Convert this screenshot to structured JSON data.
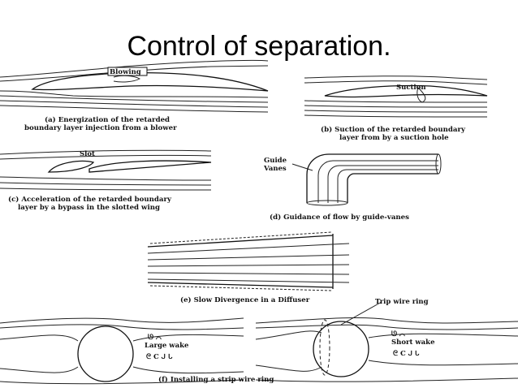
{
  "title": "Control of separation.",
  "panels": {
    "a": {
      "label": "Blowing",
      "caption_line1": "(a) Energization of the retarded",
      "caption_line2": "boundary layer injection from a blower"
    },
    "b": {
      "label": "Suction",
      "caption_line1": "(b) Suction of the retarded boundary",
      "caption_line2": "layer from by a suction hole"
    },
    "c": {
      "label": "Slot",
      "caption_line1": "(c) Acceleration of the retarded boundary",
      "caption_line2": "layer by a bypass in the slotted wing"
    },
    "d": {
      "label_line1": "Guide",
      "label_line2": "Vanes",
      "caption": "(d) Guidance of flow by guide-vanes"
    },
    "e": {
      "caption": "(e) Slow Divergence in a Diffuser"
    },
    "f": {
      "label_left": "Large wake",
      "label_right": "Short wake",
      "label_top": "Trip wire ring",
      "caption": "(f) Installing a strip wire ring"
    }
  }
}
